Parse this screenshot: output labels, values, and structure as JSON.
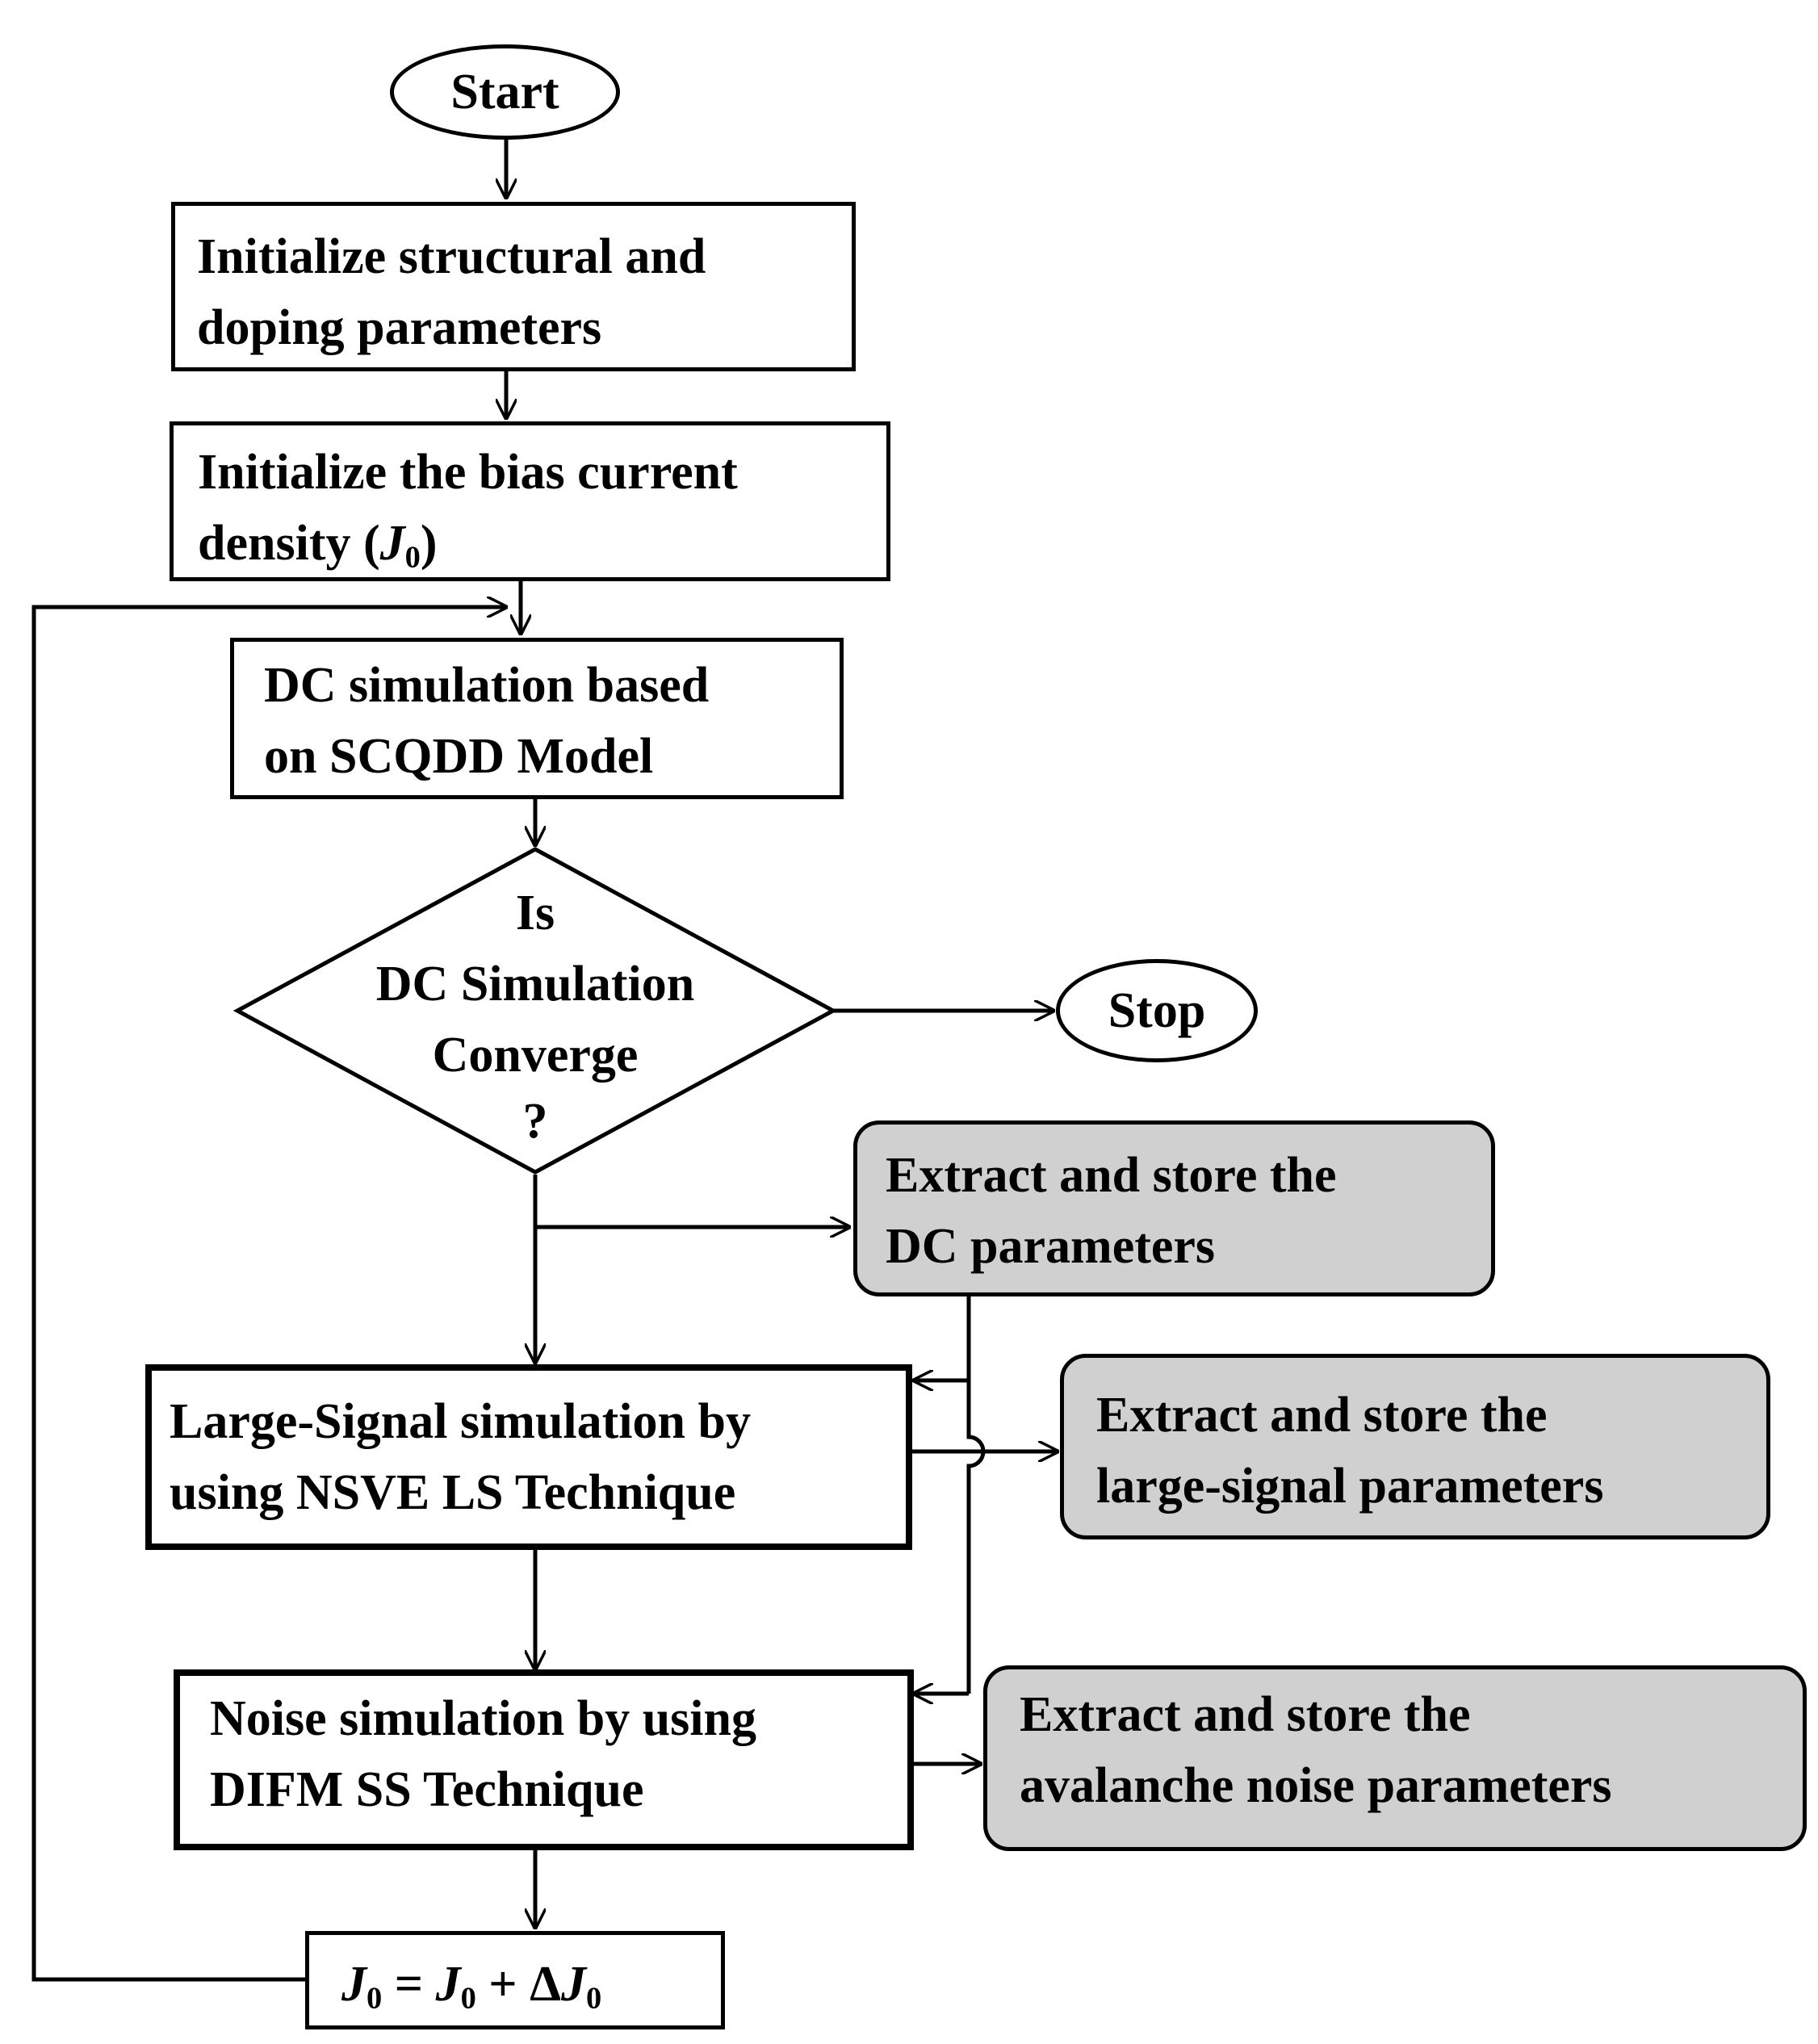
{
  "start": {
    "label": "Start"
  },
  "stop": {
    "label": "Stop"
  },
  "init_structural": {
    "line1": "Initialize structural and",
    "line2": "doping parameters"
  },
  "init_bias": {
    "line1": "Initialize the bias current",
    "line2_prefix": "density (",
    "line2_var": "J",
    "line2_sub": "0",
    "line2_suffix": ")"
  },
  "dc_simulation": {
    "line1": "DC simulation based",
    "line2": "on SCQDD Model"
  },
  "decision": {
    "line1": "Is",
    "line2": "DC Simulation",
    "line3": "Converge",
    "line4": "?"
  },
  "extract_dc": {
    "line1": "Extract and store the",
    "line2": "DC parameters"
  },
  "large_signal": {
    "line1": "Large-Signal simulation by",
    "line2": "using NSVE LS Technique"
  },
  "extract_ls": {
    "line1": "Extract and store the",
    "line2": "large-signal parameters"
  },
  "noise_simulation": {
    "line1": "Noise simulation by using",
    "line2": "DIFM SS Technique"
  },
  "extract_noise": {
    "line1": "Extract and store the",
    "line2": "avalanche noise parameters"
  },
  "increment": {
    "var": "J",
    "sub": "0",
    "eq": " = ",
    "plus": " + ",
    "delta": "Δ"
  }
}
